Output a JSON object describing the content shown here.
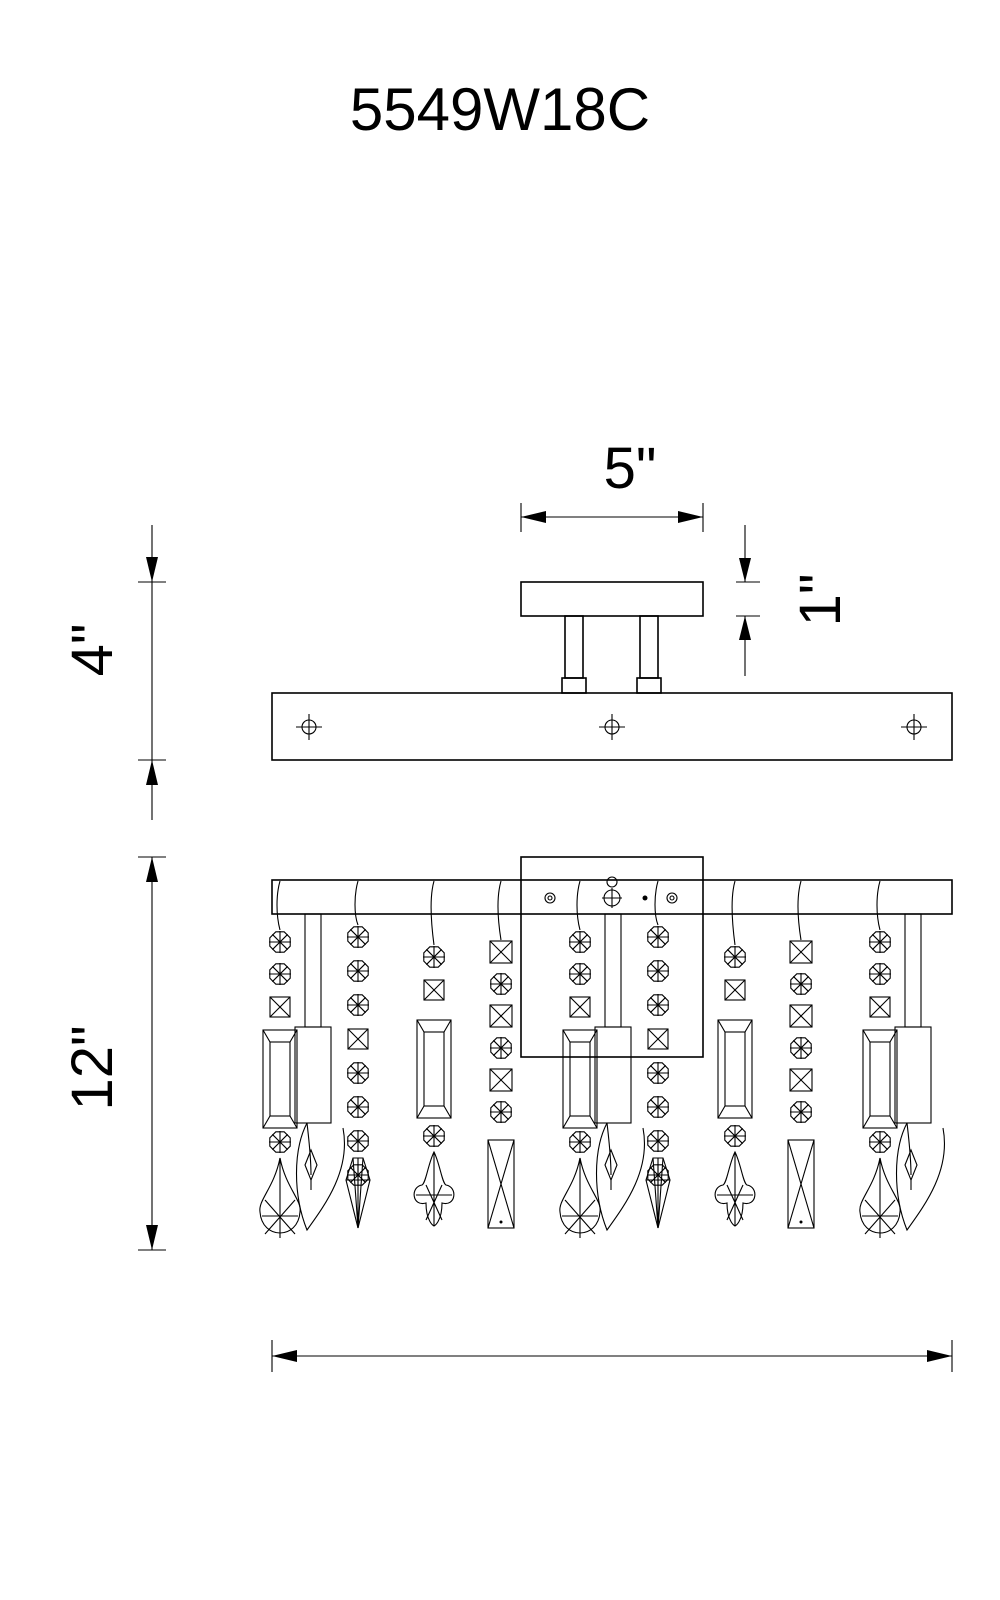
{
  "drawing": {
    "model_number": "5549W18C",
    "dimensions": {
      "canopy_width": "5\"",
      "canopy_depth": "1\"",
      "top_view_depth": "4\"",
      "fixture_height": "12\"",
      "overall_width": ""
    },
    "icons": [
      "arrowhead",
      "mounting-hole-crosshair",
      "crystal-octagon",
      "crystal-square",
      "crystal-prism",
      "crystal-teardrop",
      "candle-bulb"
    ]
  }
}
